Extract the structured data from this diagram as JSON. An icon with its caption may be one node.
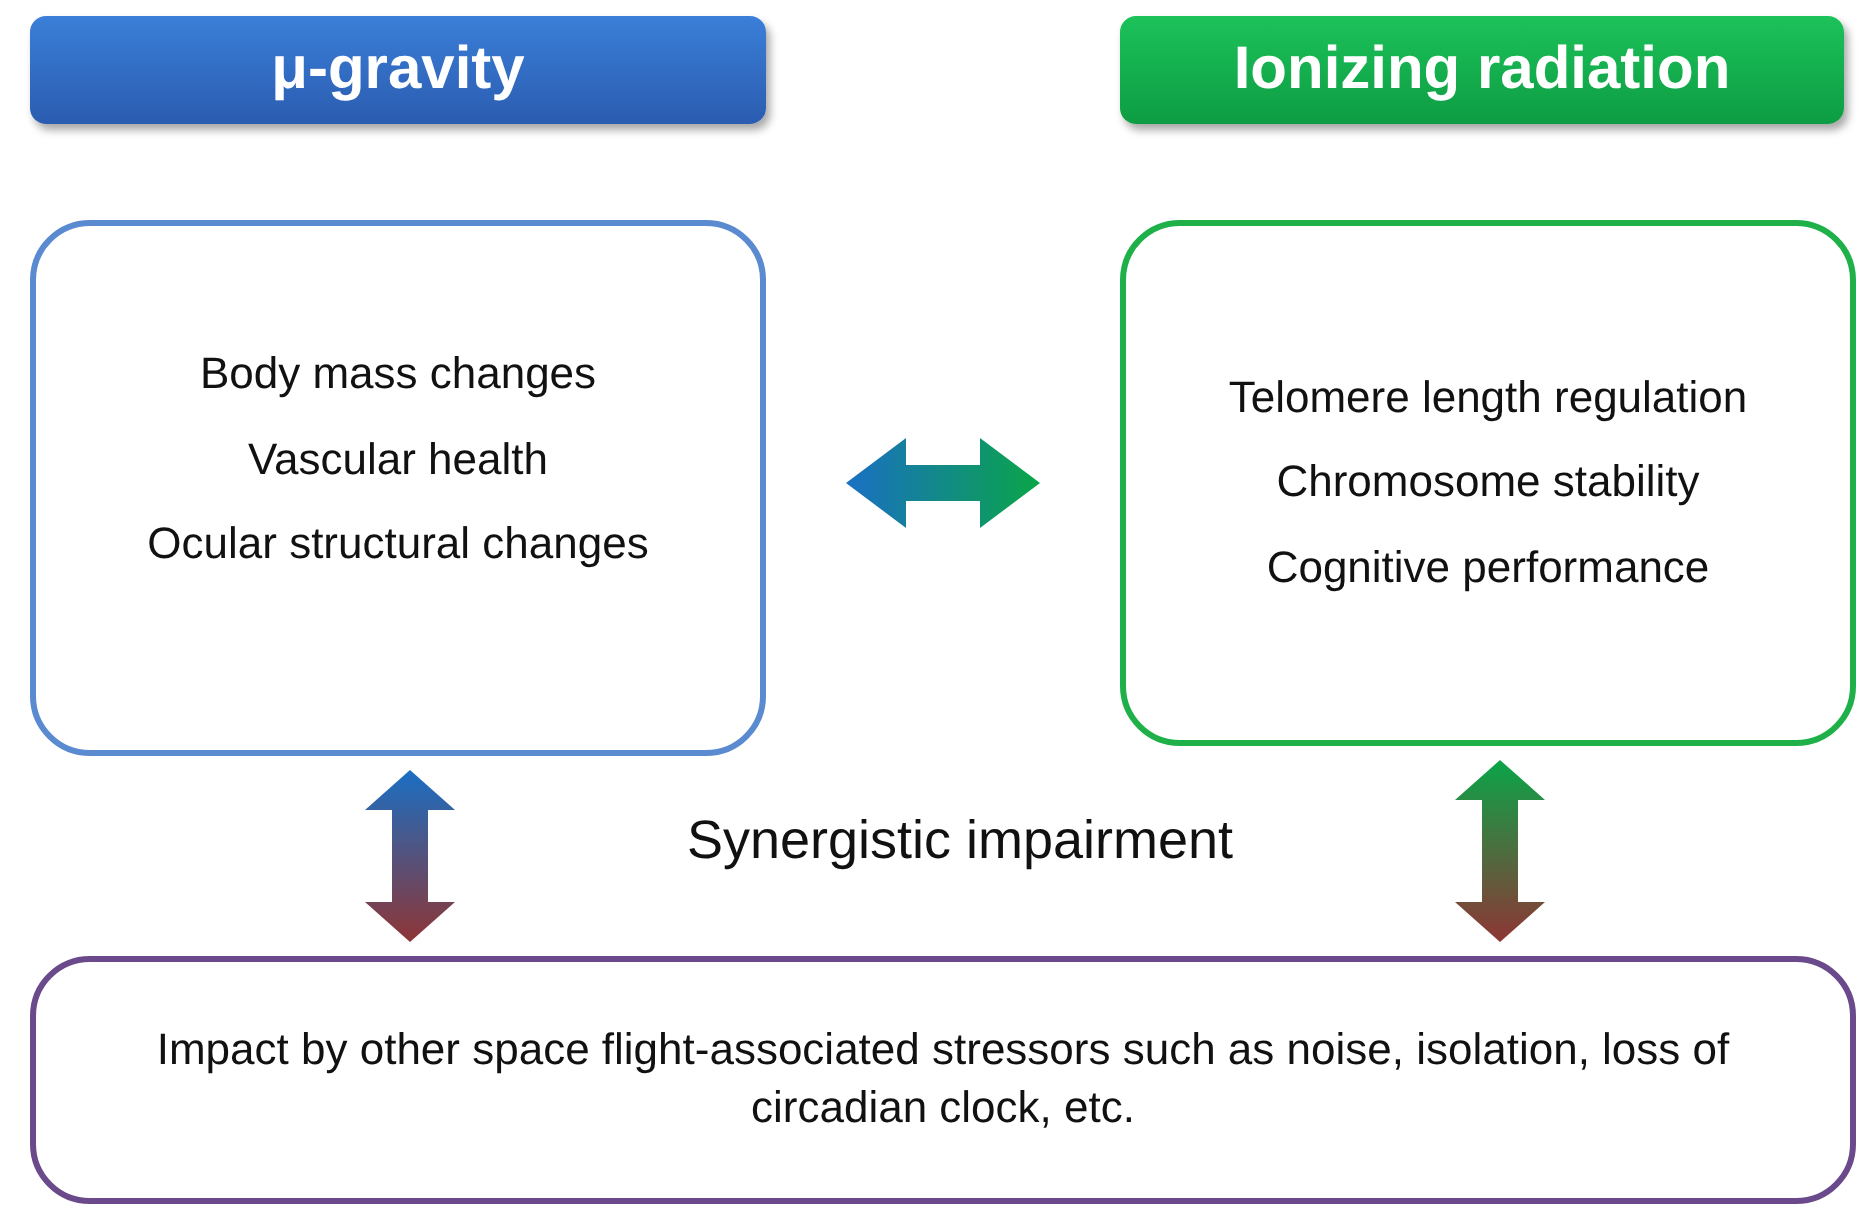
{
  "diagram": {
    "nodes": [
      {
        "text": [
          "μ-gravity"
        ]
      },
      {
        "text": [
          "Ionizing radiation"
        ]
      },
      {
        "text": [
          "Body mass changes",
          "Vascular health",
          "Ocular structural changes"
        ]
      },
      {
        "text": [
          "Telomere length regulation",
          "Chromosome stability",
          "Cognitive performance"
        ]
      },
      {
        "text": [
          "Impact by other space flight-associated stressors such as noise, isolation, loss of circadian clock, etc."
        ]
      }
    ],
    "edges": [
      {
        "from": 2,
        "to": 3,
        "arrow": "both",
        "style": "thick"
      },
      {
        "from": 2,
        "to": 4,
        "arrow": "both",
        "style": "thick"
      },
      {
        "from": 3,
        "to": 4,
        "arrow": "both",
        "style": "thick"
      }
    ],
    "labels": [
      "Synergistic impairment"
    ]
  }
}
